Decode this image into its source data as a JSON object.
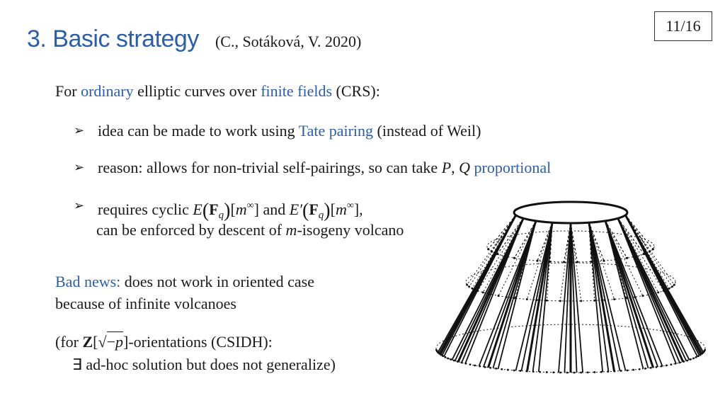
{
  "page_number": "11/16",
  "title": "3. Basic strategy",
  "citation": "(C., Sotáková, V. 2020)",
  "intro": {
    "before": "For ",
    "term1": "ordinary",
    "middle": " elliptic curves over ",
    "term2": "finite fields",
    "after": " (CRS):"
  },
  "bullets": {
    "b1": {
      "before": "idea can be made to work using ",
      "term": "Tate pairing",
      "after": " (instead of Weil)"
    },
    "b2": {
      "before": "reason: allows for non-trivial self-pairings, so can take ",
      "P": "P",
      "comma": ", ",
      "Q": "Q",
      "term": "proportional"
    },
    "b3": {
      "line1_before": "requires cyclic ",
      "E": "E",
      "Eprime": "E′",
      "field": "F",
      "q": "q",
      "m": "m",
      "inf": "∞",
      "and": "and",
      "line2_before": "can be enforced by descent of ",
      "line2_m": "m",
      "line2_after": "-isogeny volcano"
    }
  },
  "bad_news": {
    "label": "Bad news:",
    "line1": " does not work in oriented case",
    "line2": "because of infinite volcanoes"
  },
  "orientation": {
    "open": "(for ",
    "ring": "Z",
    "lbracket": "[",
    "sqrt_sign": "√",
    "minus": "−",
    "p": "p",
    "rbracket": "]",
    "after": "-orientations (CSIDH):",
    "line2": "∃ ad-hoc solution but does not generalize)"
  },
  "bullet_glyph": "➢",
  "colors": {
    "accent": "#2C5DA8",
    "text": "#1a1a1a"
  }
}
